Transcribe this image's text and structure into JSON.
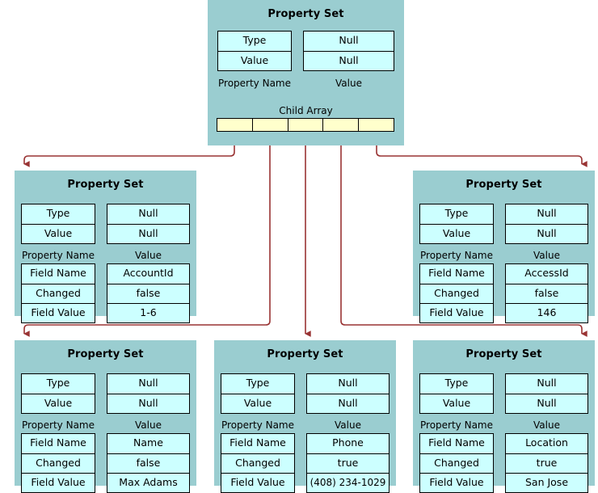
{
  "diagram": {
    "title_text": "Property Set",
    "colors": {
      "panel_background": "#9acdd0",
      "cell_fill": "#ccffff",
      "child_array_fill": "#ffffcc",
      "connector": "#993333",
      "border": "#000000",
      "page_background": "#ffffff"
    },
    "captions": {
      "property_name": "Property Name",
      "value": "Value",
      "child_array": "Child Array"
    },
    "header_rows": {
      "names": [
        "Type",
        "Value"
      ],
      "values": [
        "Null",
        "Null"
      ]
    },
    "child_array_slots": 5
  },
  "nodes": [
    {
      "id": "root",
      "title": "Property Set",
      "header": {
        "names": [
          "Type",
          "Value"
        ],
        "values": [
          "Null",
          "Null"
        ]
      },
      "captions": {
        "left": "Property Name",
        "right": "Value"
      },
      "properties": [],
      "child_array": {
        "label": "Child Array",
        "slots": 5
      }
    },
    {
      "id": "account",
      "title": "Property Set",
      "header": {
        "names": [
          "Type",
          "Value"
        ],
        "values": [
          "Null",
          "Null"
        ]
      },
      "captions": {
        "left": "Property Name",
        "right": "Value"
      },
      "properties": [
        {
          "name": "Field Name",
          "value": "AccountId"
        },
        {
          "name": "Changed",
          "value": "false"
        },
        {
          "name": "Field Value",
          "value": "1-6"
        }
      ]
    },
    {
      "id": "access",
      "title": "Property Set",
      "header": {
        "names": [
          "Type",
          "Value"
        ],
        "values": [
          "Null",
          "Null"
        ]
      },
      "captions": {
        "left": "Property Name",
        "right": "Value"
      },
      "properties": [
        {
          "name": "Field Name",
          "value": "AccessId"
        },
        {
          "name": "Changed",
          "value": "false"
        },
        {
          "name": "Field Value",
          "value": "146"
        }
      ]
    },
    {
      "id": "name",
      "title": "Property Set",
      "header": {
        "names": [
          "Type",
          "Value"
        ],
        "values": [
          "Null",
          "Null"
        ]
      },
      "captions": {
        "left": "Property Name",
        "right": "Value"
      },
      "properties": [
        {
          "name": "Field Name",
          "value": "Name"
        },
        {
          "name": "Changed",
          "value": "false"
        },
        {
          "name": "Field Value",
          "value": "Max Adams"
        }
      ]
    },
    {
      "id": "phone",
      "title": "Property Set",
      "header": {
        "names": [
          "Type",
          "Value"
        ],
        "values": [
          "Null",
          "Null"
        ]
      },
      "captions": {
        "left": "Property Name",
        "right": "Value"
      },
      "properties": [
        {
          "name": "Field Name",
          "value": "Phone"
        },
        {
          "name": "Changed",
          "value": "true"
        },
        {
          "name": "Field Value",
          "value": "(408) 234-1029"
        }
      ]
    },
    {
      "id": "location",
      "title": "Property Set",
      "header": {
        "names": [
          "Type",
          "Value"
        ],
        "values": [
          "Null",
          "Null"
        ]
      },
      "captions": {
        "left": "Property Name",
        "right": "Value"
      },
      "properties": [
        {
          "name": "Field Name",
          "value": "Location"
        },
        {
          "name": "Changed",
          "value": "true"
        },
        {
          "name": "Field Value",
          "value": "San Jose"
        }
      ]
    }
  ]
}
